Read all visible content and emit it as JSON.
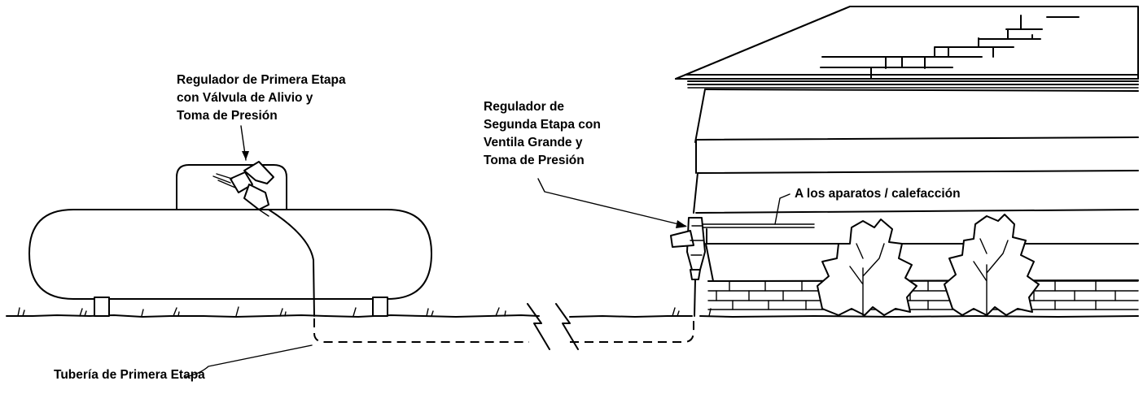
{
  "labels": {
    "first_stage_regulator": [
      "Regulador de Primera Etapa",
      "con Válvula de Alivio y",
      "Toma de Presión"
    ],
    "second_stage_regulator": [
      "Regulador de",
      "Segunda Etapa con",
      "Ventila Grande y",
      "Toma de Presión"
    ],
    "appliances": "A los aparatos / calefacción",
    "first_stage_piping": "Tubería de Primera Etapa"
  }
}
